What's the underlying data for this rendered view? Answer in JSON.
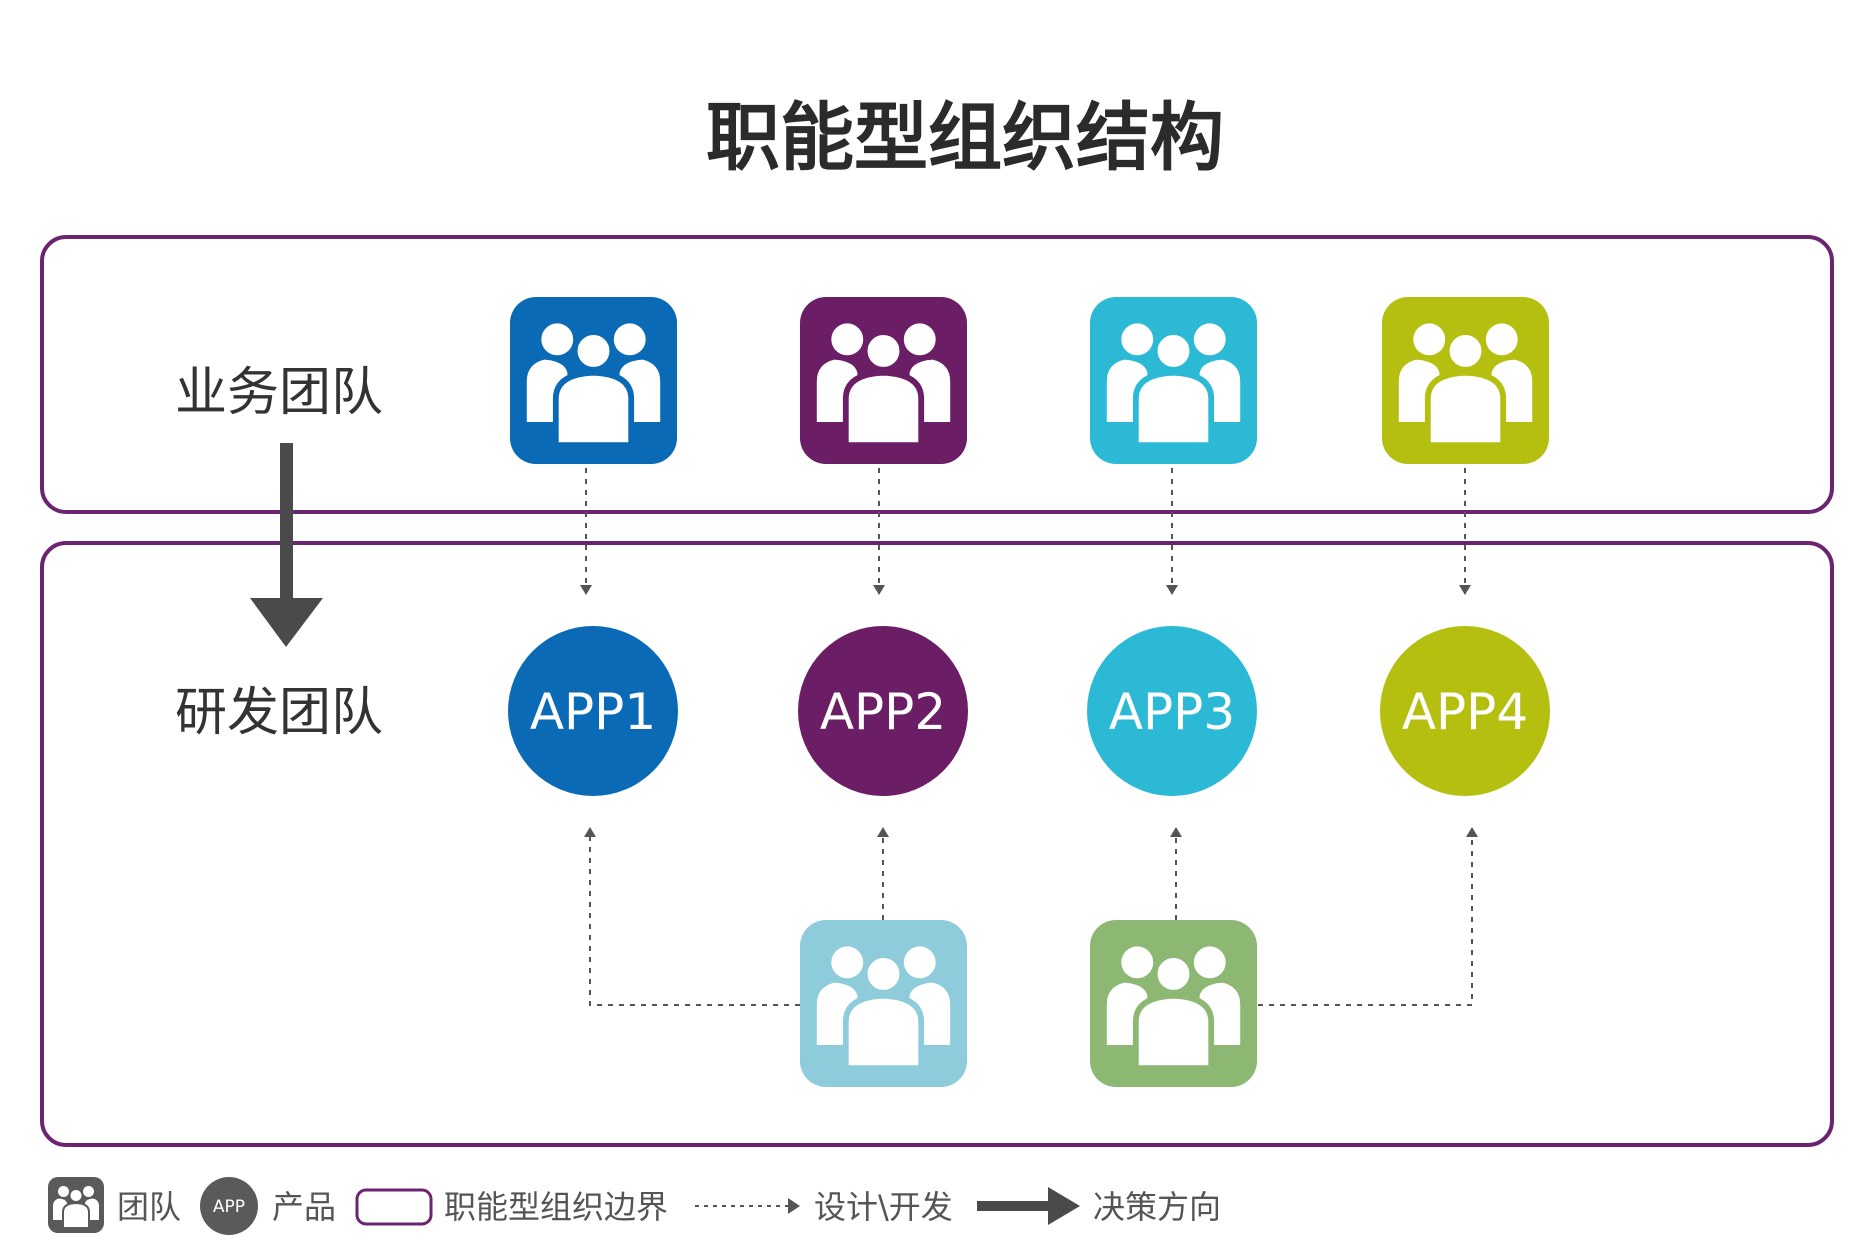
{
  "title": "职能型组织结构",
  "rows": {
    "business": "业务团队",
    "rnd": "研发团队"
  },
  "business_teams": [
    {
      "color": "#0a6ab5",
      "icon": "team-icon"
    },
    {
      "color": "#6b1e66",
      "icon": "team-icon"
    },
    {
      "color": "#2cb9d5",
      "icon": "team-icon"
    },
    {
      "color": "#b5bf10",
      "icon": "team-icon"
    }
  ],
  "apps": [
    {
      "label": "APP1",
      "color": "#0a6ab5"
    },
    {
      "label": "APP2",
      "color": "#6b1e66"
    },
    {
      "label": "APP3",
      "color": "#2cb9d5"
    },
    {
      "label": "APP4",
      "color": "#b5bf10"
    }
  ],
  "shared_teams": [
    {
      "color": "#8ecbdb",
      "icon": "team-icon"
    },
    {
      "color": "#8db873",
      "icon": "team-icon"
    }
  ],
  "colors": {
    "boundary": "#6b2470",
    "arrow": "#4a4a4a",
    "legend_icon": "#5a5a5a"
  },
  "legend": {
    "team_label": "团队",
    "app_mark": "APP",
    "product_label": "产品",
    "boundary_label": "职能型组织边界",
    "design_label": "设计\\开发",
    "decision_label": "决策方向"
  }
}
